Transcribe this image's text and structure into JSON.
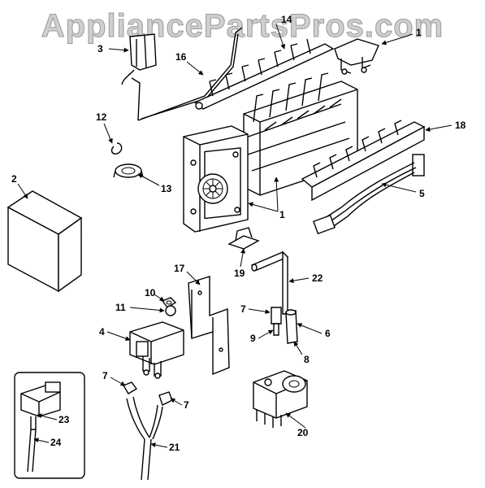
{
  "watermark": "AppliancePartsPros.com",
  "callouts": {
    "c1a": "1",
    "c1b": "1",
    "c2": "2",
    "c3": "3",
    "c4": "4",
    "c5": "5",
    "c6": "6",
    "c7a": "7",
    "c7b": "7",
    "c7c": "7",
    "c8": "8",
    "c9": "9",
    "c10": "10",
    "c11": "11",
    "c12": "12",
    "c13": "13",
    "c14": "14",
    "c16": "16",
    "c17": "17",
    "c18": "18",
    "c19": "19",
    "c20": "20",
    "c21": "21",
    "c22": "22",
    "c23": "23",
    "c24": "24"
  }
}
